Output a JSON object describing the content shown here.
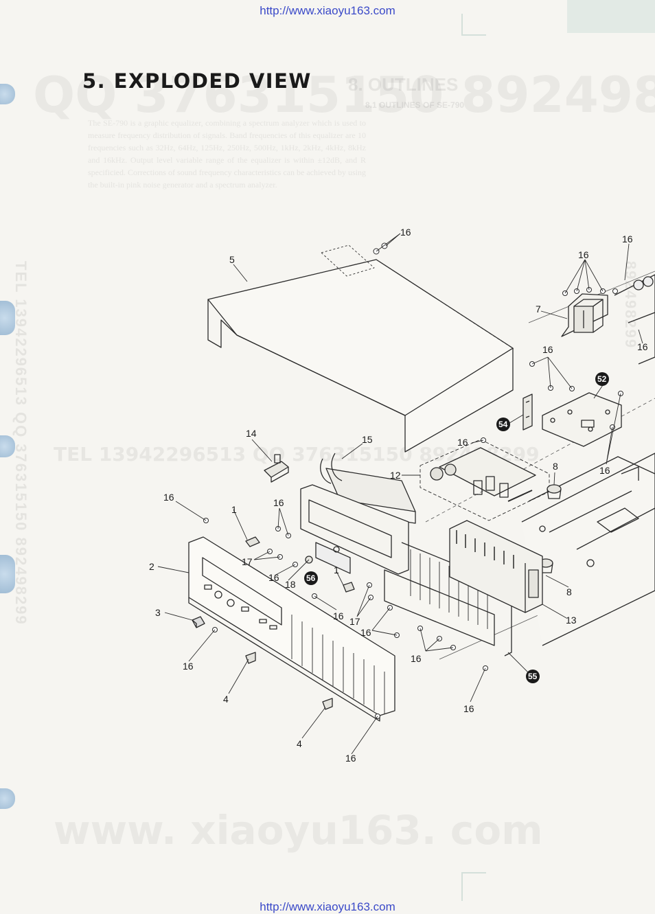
{
  "url_top": "http://www.xiaoyu163.com",
  "url_bottom": "http://www.xiaoyu163.com",
  "title": "5. EXPLODED VIEW",
  "watermark_qq": "QQ 376315150  892498299",
  "watermark_tel": "TEL 13942296513    QQ 376315150  892498299",
  "watermark_site": "www. xiaoyu163. com",
  "ghost_heading": "8. OUTLINES",
  "ghost_subheading": "8.1 OUTLINES OF SE-790",
  "ghost_paragraph": "The SE-790 is a graphic equalizer, combining a spectrum analyzer which is used to measure frequency distribution of signals. Band frequencies of this equalizer are 10 frequencies such as 32Hz, 64Hz, 125Hz, 250Hz, 500Hz, 1kHz, 2kHz, 4kHz, 8kHz and 16kHz. Output level variable range of the equalizer is within ±12dB, and R specificied. Corrections of sound frequency characteristics can be achieved by using the built-in pink noise generator and a spectrum analyzer.",
  "ghost_side_left": "TEL 13942296513  QQ 376315150  892498299",
  "ghost_side_right": "892498299",
  "part_labels": [
    {
      "id": "lbl-16-a",
      "text": "16"
    },
    {
      "id": "lbl-5",
      "text": "5"
    },
    {
      "id": "lbl-16-b",
      "text": "16"
    },
    {
      "id": "lbl-16-c",
      "text": "16"
    },
    {
      "id": "lbl-7",
      "text": "7"
    },
    {
      "id": "lbl-16-d",
      "text": "16"
    },
    {
      "id": "lbl-16-e",
      "text": "16"
    },
    {
      "id": "lbl-52",
      "text": "52"
    },
    {
      "id": "lbl-54",
      "text": "54"
    },
    {
      "id": "lbl-16-f",
      "text": "16"
    },
    {
      "id": "lbl-14",
      "text": "14"
    },
    {
      "id": "lbl-15",
      "text": "15"
    },
    {
      "id": "lbl-12",
      "text": "12"
    },
    {
      "id": "lbl-8-a",
      "text": "8"
    },
    {
      "id": "lbl-16-g",
      "text": "16"
    },
    {
      "id": "lbl-16-h",
      "text": "16"
    },
    {
      "id": "lbl-16-i",
      "text": "16"
    },
    {
      "id": "lbl-1-a",
      "text": "1"
    },
    {
      "id": "lbl-2",
      "text": "2"
    },
    {
      "id": "lbl-17-a",
      "text": "17"
    },
    {
      "id": "lbl-16-j",
      "text": "16"
    },
    {
      "id": "lbl-18",
      "text": "18"
    },
    {
      "id": "lbl-56",
      "text": "56"
    },
    {
      "id": "lbl-1-b",
      "text": "1"
    },
    {
      "id": "lbl-8-b",
      "text": "8"
    },
    {
      "id": "lbl-3",
      "text": "3"
    },
    {
      "id": "lbl-16-k",
      "text": "16"
    },
    {
      "id": "lbl-17-b",
      "text": "17"
    },
    {
      "id": "lbl-16-l",
      "text": "16"
    },
    {
      "id": "lbl-13",
      "text": "13"
    },
    {
      "id": "lbl-16-m",
      "text": "16"
    },
    {
      "id": "lbl-16-n",
      "text": "16"
    },
    {
      "id": "lbl-55",
      "text": "55"
    },
    {
      "id": "lbl-4-a",
      "text": "4"
    },
    {
      "id": "lbl-16-o",
      "text": "16"
    },
    {
      "id": "lbl-4-b",
      "text": "4"
    },
    {
      "id": "lbl-16-p",
      "text": "16"
    }
  ]
}
